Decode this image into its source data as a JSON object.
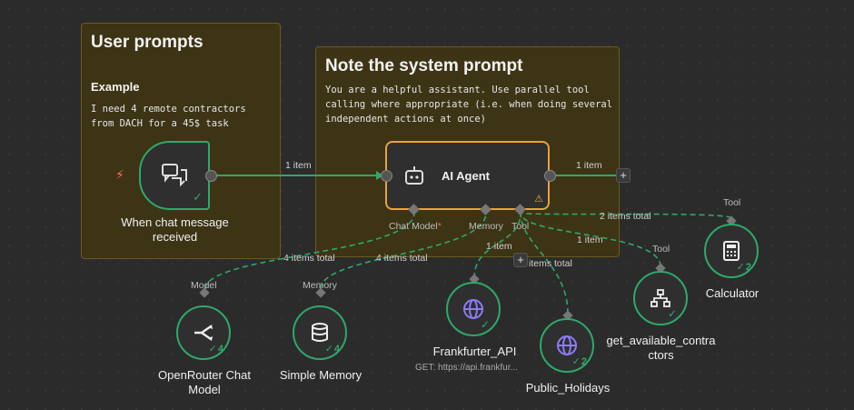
{
  "sticky_user": {
    "title": "User prompts",
    "example_heading": "Example",
    "example_text": "I need 4 remote contractors\nfrom DACH for a 45$ task"
  },
  "sticky_system": {
    "title": "Note the system prompt",
    "text": "You are a helpful assistant. Use parallel tool\ncalling where appropriate (i.e. when doing several\nindependent actions at once)"
  },
  "trigger": {
    "label": "When chat message\nreceived",
    "icon": "chat-bubbles-icon"
  },
  "agent": {
    "label": "AI Agent",
    "ports": {
      "chat_model": "Chat Model",
      "required_mark": "*",
      "memory": "Memory",
      "tool": "Tool"
    }
  },
  "edges": {
    "trigger_to_agent": "1 item",
    "agent_out": "1 item",
    "model_to_agent": "4 items total",
    "memory_to_agent": "4 items total",
    "frankfurter_to_agent": "1 item",
    "holidays_to_agent": "items total",
    "contractors_to_agent": "1 item",
    "calculator_to_agent": "2 items total"
  },
  "nodes": {
    "openrouter": {
      "type_label": "Model",
      "label": "OpenRouter Chat\nModel",
      "count": "4"
    },
    "memory": {
      "type_label": "Memory",
      "label": "Simple Memory",
      "count": "4"
    },
    "frankfurter": {
      "label": "Frankfurter_API",
      "subtitle": "GET: https://api.frankfur..."
    },
    "holidays": {
      "label": "Public_Holidays",
      "count": "2"
    },
    "contractors": {
      "type_label": "Tool",
      "label": "get_available_contra\nctors"
    },
    "calculator": {
      "type_label": "Tool",
      "label": "Calculator",
      "count": "2"
    }
  },
  "colors": {
    "accent_green": "#2ea86b",
    "agent_border": "#e8a33a",
    "sticky_bg": "#3d3416",
    "trigger_bolt": "#ff6d5a",
    "globe": "#8b7cf6"
  }
}
